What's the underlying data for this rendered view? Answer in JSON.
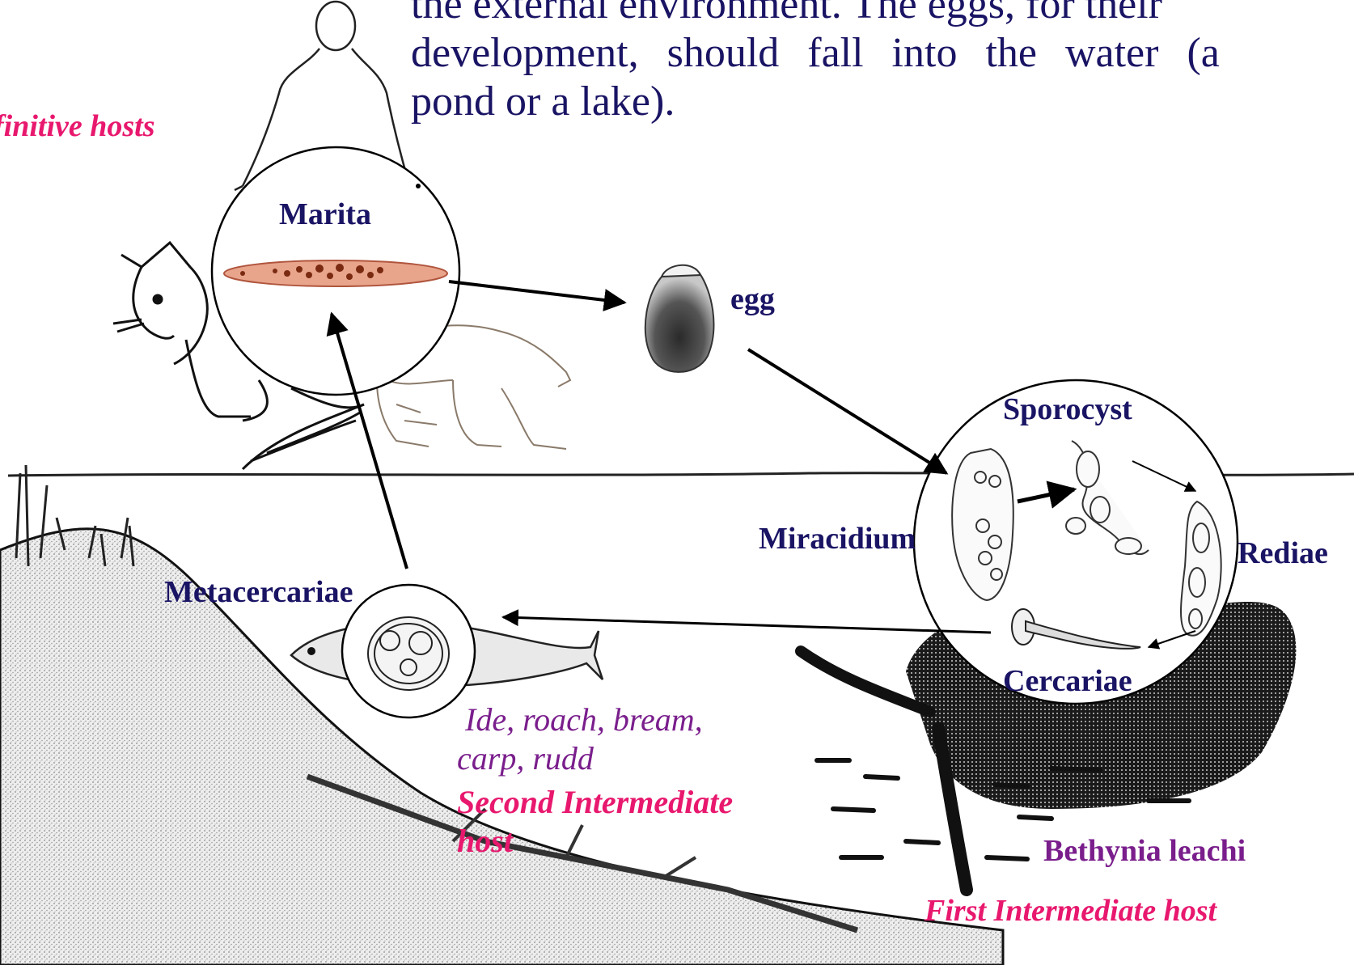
{
  "text_block": {
    "line1": "the external environment. The eggs, for their",
    "line2": "development, should fall into the water (a",
    "line3": "pond or a lake)."
  },
  "labels": {
    "definitive_hosts": "finitive hosts",
    "marita": "Marita",
    "egg": "egg",
    "sporocyst": "Sporocyst",
    "miracidium": "Miracidium",
    "rediae": "Rediae",
    "cercariae": "Cercariae",
    "metacercariae": "Metacercariae",
    "fish_hosts_line1": " Ide, roach, bream,",
    "fish_hosts_line2": "carp, rudd",
    "second_host_line1": "Second Intermediate",
    "second_host_line2": "host",
    "snail_name": "Bethynia leachi",
    "first_host": "First  Intermediate host"
  },
  "colors": {
    "stage_label": "#1a1464",
    "host_label": "#e8186e",
    "species_label": "#7a1e8c"
  },
  "icons": [
    "human-figure-icon",
    "cat-icon",
    "bear-icon",
    "fluke-adult-icon",
    "egg-icon",
    "miracidium-icon",
    "sporocyst-icon",
    "rediae-icon",
    "cercaria-icon",
    "fish-icon",
    "metacercaria-cyst-icon",
    "snail-icon"
  ]
}
